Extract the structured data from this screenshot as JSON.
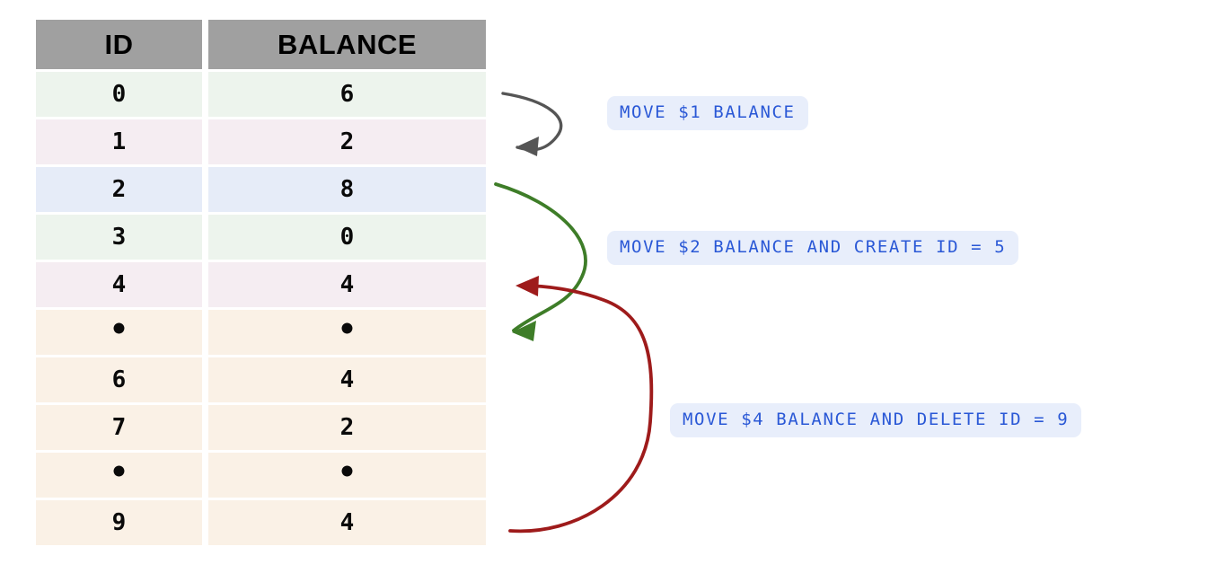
{
  "table": {
    "columns": [
      "ID",
      "BALANCE"
    ],
    "rows": [
      {
        "id": "0",
        "balance": "6",
        "tone": "green"
      },
      {
        "id": "1",
        "balance": "2",
        "tone": "pink"
      },
      {
        "id": "2",
        "balance": "8",
        "tone": "blue"
      },
      {
        "id": "3",
        "balance": "0",
        "tone": "green"
      },
      {
        "id": "4",
        "balance": "4",
        "tone": "pink"
      },
      {
        "id": "•",
        "balance": "•",
        "tone": "peach"
      },
      {
        "id": "6",
        "balance": "4",
        "tone": "peach"
      },
      {
        "id": "7",
        "balance": "2",
        "tone": "peach"
      },
      {
        "id": "•",
        "balance": "•",
        "tone": "peach"
      },
      {
        "id": "9",
        "balance": "4",
        "tone": "peach"
      }
    ]
  },
  "annotations": [
    {
      "key": "move1",
      "label": "MOVE $1 BALANCE",
      "color": "#2a58d6",
      "arrow_color": "#555555"
    },
    {
      "key": "move2",
      "label": "MOVE $2 BALANCE AND CREATE ID = 5",
      "color": "#2a58d6",
      "arrow_color": "#3e7d28"
    },
    {
      "key": "move4",
      "label": "MOVE $4 BALANCE AND DELETE ID = 9",
      "color": "#2a58d6",
      "arrow_color": "#9e1b1b"
    }
  ],
  "colors": {
    "header_bg": "#a0a0a0",
    "pill_bg": "#e8eefb",
    "pill_text": "#2a58d6",
    "row_green": "#edf4ed",
    "row_pink": "#f5edf2",
    "row_blue": "#e6ecf8",
    "row_peach": "#faf1e6",
    "arrow_gray": "#555555",
    "arrow_green": "#3e7d28",
    "arrow_red": "#9e1b1b",
    "page_bg": "#ffffff"
  }
}
